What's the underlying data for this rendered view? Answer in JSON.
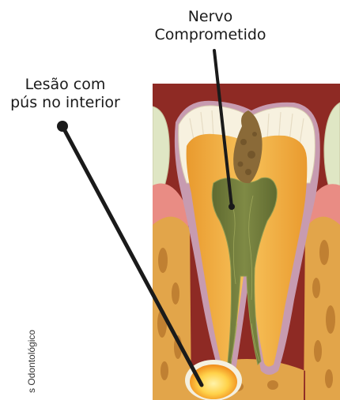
{
  "labels": {
    "nervo_line1": "Nervo",
    "nervo_line2": "Comprometido",
    "lesao_line1": "Lesão com",
    "lesao_line2": "pús no interior"
  },
  "side_text": "s Odontológico",
  "colors": {
    "gum": "#8e2a24",
    "bone": "#e2a54a",
    "dentin": "#f3b54a",
    "enamel": "#f7f1df",
    "pulp": "#6f7a3c",
    "decay": "#8a6a38",
    "abscess": "#ffd24a",
    "pointer": "#1a1a1a"
  }
}
